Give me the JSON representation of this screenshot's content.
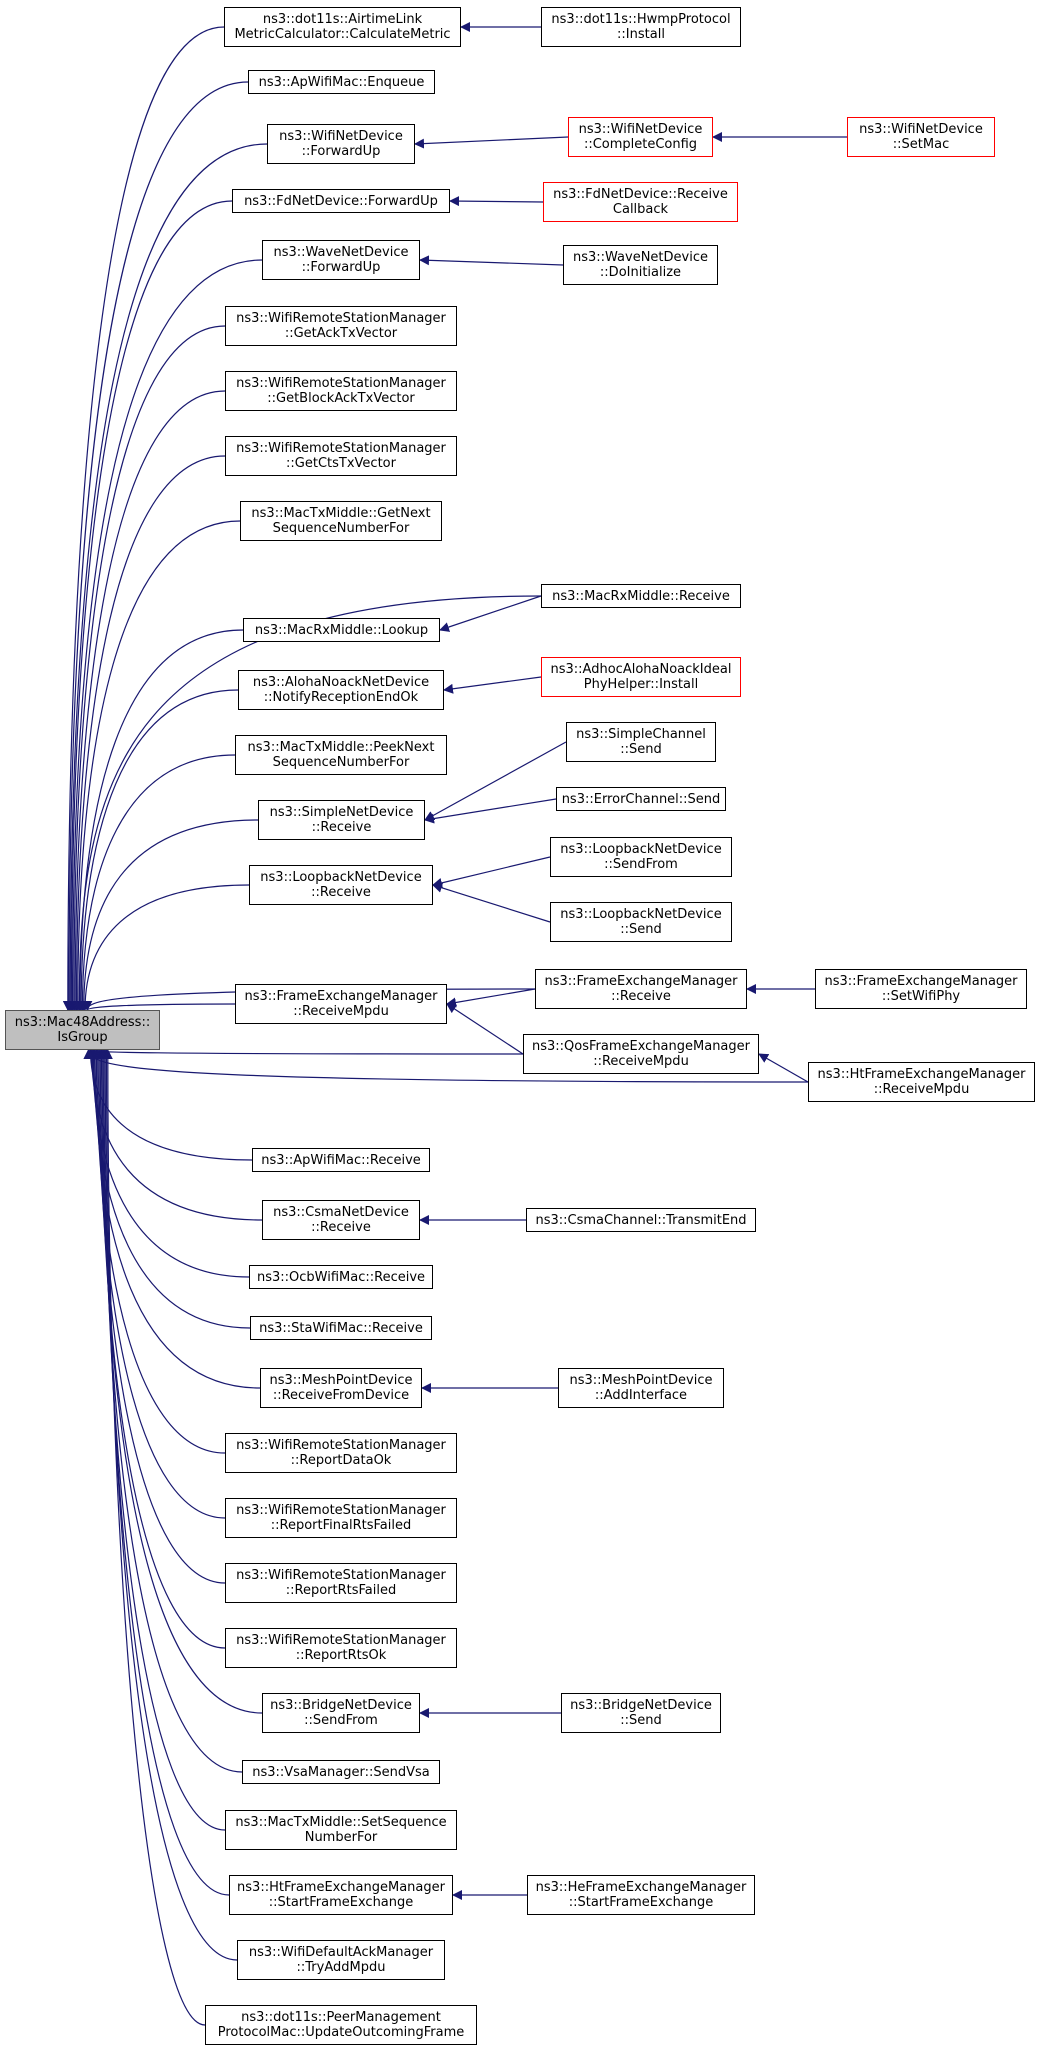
{
  "colors": {
    "edge": "#191970",
    "node_border": "#000000",
    "truncated_border": "#ff0000",
    "root_fill": "#bfbfbf"
  },
  "nodes": [
    {
      "id": "root",
      "lines": [
        "ns3::Mac48Address::",
        "IsGroup"
      ],
      "style": "root"
    },
    {
      "id": "n1",
      "lines": [
        "ns3::dot11s::AirtimeLink",
        "MetricCalculator::CalculateMetric"
      ]
    },
    {
      "id": "n2",
      "lines": [
        "ns3::ApWifiMac::Enqueue"
      ]
    },
    {
      "id": "n3",
      "lines": [
        "ns3::WifiNetDevice",
        "::ForwardUp"
      ]
    },
    {
      "id": "n4",
      "lines": [
        "ns3::FdNetDevice::ForwardUp"
      ]
    },
    {
      "id": "n5",
      "lines": [
        "ns3::WaveNetDevice",
        "::ForwardUp"
      ]
    },
    {
      "id": "n6",
      "lines": [
        "ns3::WifiRemoteStationManager",
        "::GetAckTxVector"
      ]
    },
    {
      "id": "n7",
      "lines": [
        "ns3::WifiRemoteStationManager",
        "::GetBlockAckTxVector"
      ]
    },
    {
      "id": "n8",
      "lines": [
        "ns3::WifiRemoteStationManager",
        "::GetCtsTxVector"
      ]
    },
    {
      "id": "n9",
      "lines": [
        "ns3::MacTxMiddle::GetNext",
        "SequenceNumberFor"
      ]
    },
    {
      "id": "n10",
      "lines": [
        "ns3::MacRxMiddle::Lookup"
      ]
    },
    {
      "id": "n11",
      "lines": [
        "ns3::AlohaNoackNetDevice",
        "::NotifyReceptionEndOk"
      ]
    },
    {
      "id": "n12",
      "lines": [
        "ns3::MacTxMiddle::PeekNext",
        "SequenceNumberFor"
      ]
    },
    {
      "id": "n13",
      "lines": [
        "ns3::SimpleNetDevice",
        "::Receive"
      ]
    },
    {
      "id": "n14",
      "lines": [
        "ns3::LoopbackNetDevice",
        "::Receive"
      ]
    },
    {
      "id": "n15",
      "lines": [
        "ns3::FrameExchangeManager",
        "::ReceiveMpdu"
      ]
    },
    {
      "id": "n16",
      "lines": [
        "ns3::ApWifiMac::Receive"
      ]
    },
    {
      "id": "n17",
      "lines": [
        "ns3::CsmaNetDevice",
        "::Receive"
      ]
    },
    {
      "id": "n18",
      "lines": [
        "ns3::OcbWifiMac::Receive"
      ]
    },
    {
      "id": "n19",
      "lines": [
        "ns3::StaWifiMac::Receive"
      ]
    },
    {
      "id": "n20",
      "lines": [
        "ns3::MeshPointDevice",
        "::ReceiveFromDevice"
      ]
    },
    {
      "id": "n21",
      "lines": [
        "ns3::WifiRemoteStationManager",
        "::ReportDataOk"
      ]
    },
    {
      "id": "n22",
      "lines": [
        "ns3::WifiRemoteStationManager",
        "::ReportFinalRtsFailed"
      ]
    },
    {
      "id": "n23",
      "lines": [
        "ns3::WifiRemoteStationManager",
        "::ReportRtsFailed"
      ]
    },
    {
      "id": "n24",
      "lines": [
        "ns3::WifiRemoteStationManager",
        "::ReportRtsOk"
      ]
    },
    {
      "id": "n25",
      "lines": [
        "ns3::BridgeNetDevice",
        "::SendFrom"
      ]
    },
    {
      "id": "n26",
      "lines": [
        "ns3::VsaManager::SendVsa"
      ]
    },
    {
      "id": "n27",
      "lines": [
        "ns3::MacTxMiddle::SetSequence",
        "NumberFor"
      ]
    },
    {
      "id": "n28",
      "lines": [
        "ns3::HtFrameExchangeManager",
        "::StartFrameExchange"
      ]
    },
    {
      "id": "n29",
      "lines": [
        "ns3::WifiDefaultAckManager",
        "::TryAddMpdu"
      ]
    },
    {
      "id": "n30",
      "lines": [
        "ns3::dot11s::PeerManagement",
        "ProtocolMac::UpdateOutcomingFrame"
      ]
    },
    {
      "id": "m1",
      "lines": [
        "ns3::dot11s::HwmpProtocol",
        "::Install"
      ]
    },
    {
      "id": "m2",
      "lines": [
        "ns3::WifiNetDevice",
        "::CompleteConfig"
      ],
      "style": "red"
    },
    {
      "id": "m3",
      "lines": [
        "ns3::FdNetDevice::Receive",
        "Callback"
      ],
      "style": "red"
    },
    {
      "id": "m4",
      "lines": [
        "ns3::WaveNetDevice",
        "::DoInitialize"
      ]
    },
    {
      "id": "m5",
      "lines": [
        "ns3::MacRxMiddle::Receive"
      ]
    },
    {
      "id": "m6",
      "lines": [
        "ns3::AdhocAlohaNoackIdeal",
        "PhyHelper::Install"
      ],
      "style": "red"
    },
    {
      "id": "m7",
      "lines": [
        "ns3::SimpleChannel",
        "::Send"
      ]
    },
    {
      "id": "m8",
      "lines": [
        "ns3::ErrorChannel::Send"
      ]
    },
    {
      "id": "m9",
      "lines": [
        "ns3::LoopbackNetDevice",
        "::SendFrom"
      ]
    },
    {
      "id": "m10",
      "lines": [
        "ns3::LoopbackNetDevice",
        "::Send"
      ]
    },
    {
      "id": "m11",
      "lines": [
        "ns3::FrameExchangeManager",
        "::Receive"
      ]
    },
    {
      "id": "m12",
      "lines": [
        "ns3::QosFrameExchangeManager",
        "::ReceiveMpdu"
      ]
    },
    {
      "id": "m13",
      "lines": [
        "ns3::CsmaChannel::TransmitEnd"
      ]
    },
    {
      "id": "m14",
      "lines": [
        "ns3::MeshPointDevice",
        "::AddInterface"
      ]
    },
    {
      "id": "m15",
      "lines": [
        "ns3::BridgeNetDevice",
        "::Send"
      ]
    },
    {
      "id": "m16",
      "lines": [
        "ns3::HeFrameExchangeManager",
        "::StartFrameExchange"
      ]
    },
    {
      "id": "r1",
      "lines": [
        "ns3::WifiNetDevice",
        "::SetMac"
      ],
      "style": "red"
    },
    {
      "id": "r2",
      "lines": [
        "ns3::FrameExchangeManager",
        "::SetWifiPhy"
      ]
    },
    {
      "id": "r3",
      "lines": [
        "ns3::HtFrameExchangeManager",
        "::ReceiveMpdu"
      ]
    }
  ],
  "edges": [
    [
      "n1",
      "root"
    ],
    [
      "n2",
      "root"
    ],
    [
      "n3",
      "root"
    ],
    [
      "n4",
      "root"
    ],
    [
      "n5",
      "root"
    ],
    [
      "n6",
      "root"
    ],
    [
      "n7",
      "root"
    ],
    [
      "n8",
      "root"
    ],
    [
      "n9",
      "root"
    ],
    [
      "n10",
      "root"
    ],
    [
      "n11",
      "root"
    ],
    [
      "n12",
      "root"
    ],
    [
      "n13",
      "root"
    ],
    [
      "n14",
      "root"
    ],
    [
      "n15",
      "root"
    ],
    [
      "n16",
      "root"
    ],
    [
      "n17",
      "root"
    ],
    [
      "n18",
      "root"
    ],
    [
      "n19",
      "root"
    ],
    [
      "n20",
      "root"
    ],
    [
      "n21",
      "root"
    ],
    [
      "n22",
      "root"
    ],
    [
      "n23",
      "root"
    ],
    [
      "n24",
      "root"
    ],
    [
      "n25",
      "root"
    ],
    [
      "n26",
      "root"
    ],
    [
      "n27",
      "root"
    ],
    [
      "n28",
      "root"
    ],
    [
      "n29",
      "root"
    ],
    [
      "n30",
      "root"
    ],
    [
      "m5",
      "root"
    ],
    [
      "m11",
      "root"
    ],
    [
      "m12",
      "root"
    ],
    [
      "r3",
      "root"
    ],
    [
      "m1",
      "n1"
    ],
    [
      "m2",
      "n3"
    ],
    [
      "r1",
      "m2"
    ],
    [
      "m3",
      "n4"
    ],
    [
      "m4",
      "n5"
    ],
    [
      "m5",
      "n10"
    ],
    [
      "m6",
      "n11"
    ],
    [
      "m7",
      "n13"
    ],
    [
      "m8",
      "n13"
    ],
    [
      "m9",
      "n14"
    ],
    [
      "m10",
      "n14"
    ],
    [
      "m11",
      "n15"
    ],
    [
      "m12",
      "n15"
    ],
    [
      "r2",
      "m11"
    ],
    [
      "r3",
      "m12"
    ],
    [
      "m13",
      "n17"
    ],
    [
      "m14",
      "n20"
    ],
    [
      "m15",
      "n25"
    ],
    [
      "m16",
      "n28"
    ]
  ]
}
